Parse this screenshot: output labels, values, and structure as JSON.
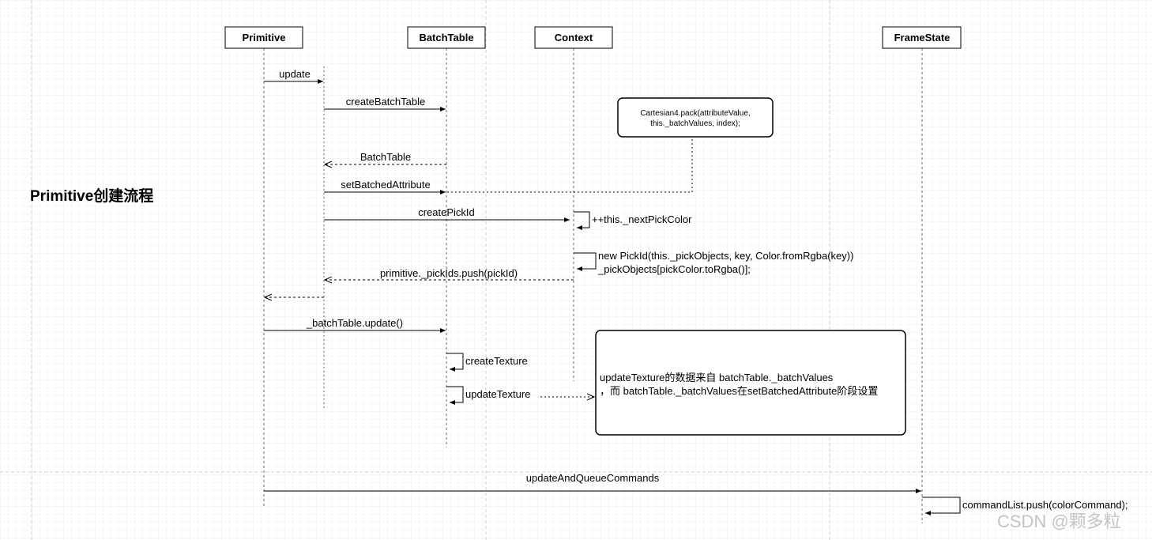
{
  "title": "Primitive创建流程",
  "actors": [
    "Primitive",
    "BatchTable",
    "Context",
    "FrameState"
  ],
  "messages": {
    "update": "update",
    "create_batch_table": "createBatchTable",
    "batch_table_return": "BatchTable",
    "set_batched_attribute": "setBatchedAttribute",
    "create_pick_id": "createPickId",
    "next_pick_color": "++this._nextPickColor",
    "new_pick_id_1": "new PickId(this._pickObjects, key, Color.fromRgba(key))",
    "new_pick_id_2": "_pickObjects[pickColor.toRgba()];",
    "pick_ids_push": "primitive._pickIds.push(pickId)",
    "batch_table_update": "_batchTable.update()",
    "create_texture": "createTexture",
    "update_texture": "updateTexture",
    "update_and_queue": "updateAndQueueCommands",
    "command_list_push": "commandList.push(colorCommand);"
  },
  "notes": {
    "cartesian_1": "Cartesian4.pack(attributeValue,",
    "cartesian_2": "this._batchValues, index);",
    "texture_1": "updateTexture的数据来自 batchTable._batchValues",
    "texture_2": "，而 batchTable._batchValues在setBatchedAttribute阶段设置"
  },
  "watermark": "CSDN @颗多粒"
}
